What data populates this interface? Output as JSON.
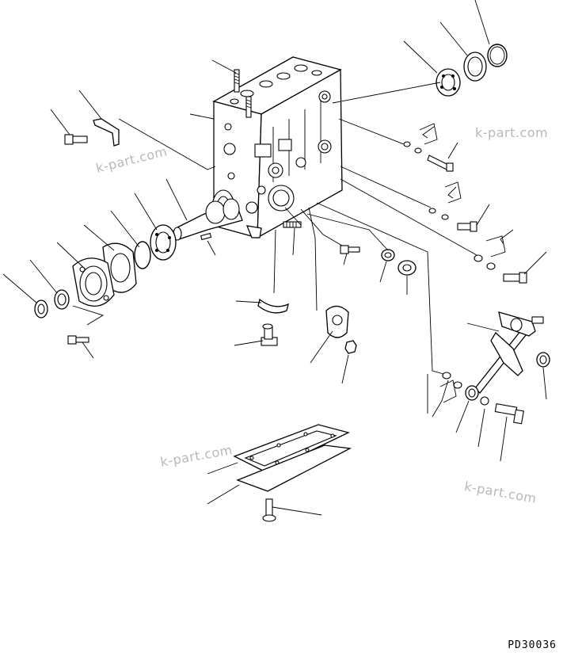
{
  "watermarks": [
    "k-part.com",
    "k-part.com",
    "k-part.com",
    "k-part.com"
  ],
  "drawing_code": "PD30036"
}
